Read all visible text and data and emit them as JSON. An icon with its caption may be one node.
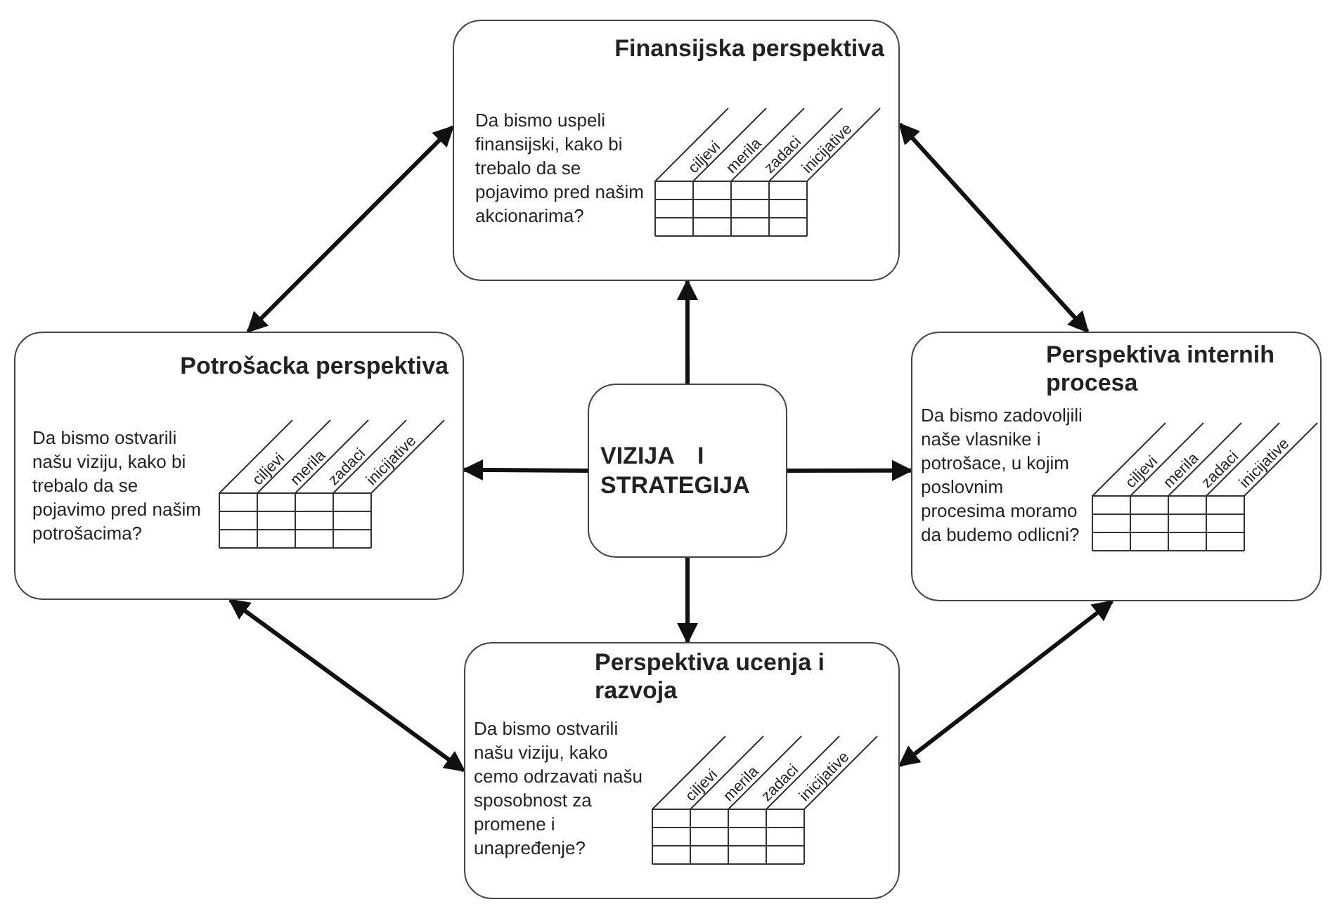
{
  "diagram": {
    "nodes": [
      {
        "text": [
          "Finansijska perspektiva",
          "Da bismo uspeli finansijski, kako bi trebalo da se pojavimo pred našim akcionarima?"
        ]
      },
      {
        "text": [
          "Potrošacka perspektiva",
          "Da bismo ostvarili našu viziju, kako bi trebalo da se pojavimo pred našim potrošacima?"
        ]
      },
      {
        "text": [
          "VIZIJA I STRATEGIJA"
        ]
      },
      {
        "text": [
          "Perspektiva internih procesa",
          "Da bismo zadovoljili naše vlasnike i potrošace, u kojim poslovnim procesima moramo da budemo odlicni?"
        ]
      },
      {
        "text": [
          "Perspektiva ucenja i razvoja",
          "Da bismo ostvarili našu viziju, kako cemo odrzavati našu sposobnost za promene i unapređenje?"
        ]
      }
    ],
    "edges": [
      {
        "from": 0,
        "to": 1,
        "arrow": "both"
      },
      {
        "from": 0,
        "to": 3,
        "arrow": "both"
      },
      {
        "from": 1,
        "to": 4,
        "arrow": "both"
      },
      {
        "from": 4,
        "to": 3,
        "arrow": "both"
      },
      {
        "from": 2,
        "to": 0,
        "arrow": "to"
      },
      {
        "from": 2,
        "to": 1,
        "arrow": "to"
      },
      {
        "from": 2,
        "to": 3,
        "arrow": "to"
      },
      {
        "from": 2,
        "to": 4,
        "arrow": "to"
      }
    ],
    "labels": [
      "ciljevi",
      "merila",
      "zadaci",
      "inicijative",
      "ciljevi",
      "merila",
      "zadaci",
      "inicijative",
      "ciljevi",
      "merila",
      "zadaci",
      "inicijative",
      "ciljevi",
      "merila",
      "zadaci",
      "inicijative"
    ]
  }
}
